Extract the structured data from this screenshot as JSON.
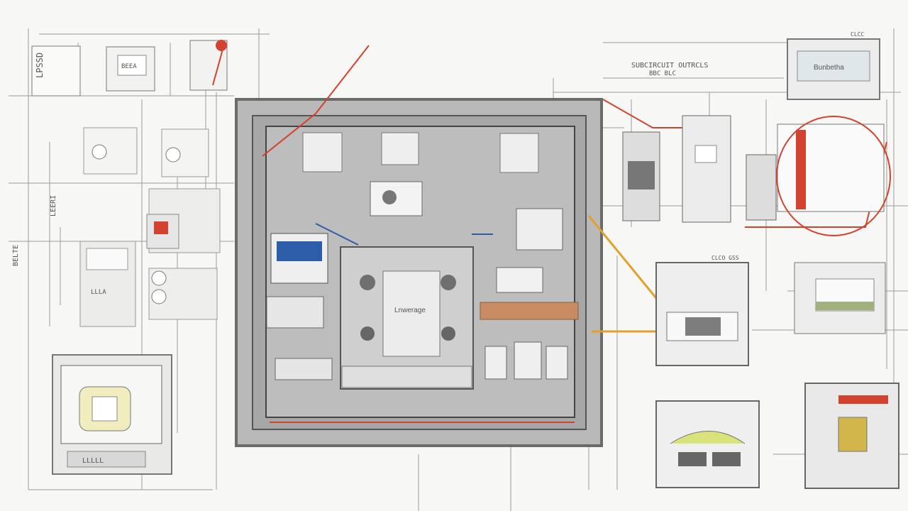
{
  "labels": {
    "left_box_top": "LPSSD",
    "center_top_title": "SUBCIRCUIT OUTRCLS",
    "center_top_sub": "BBC BLC",
    "right_top_device": "Bunbetha",
    "right_top_small": "CLCC",
    "left_mini_a": "BEEA",
    "left_mini_b": "LLLA",
    "center_device": "Lnwerage",
    "right_meter_small": "CLCO GSS",
    "left_side_vertical_a": "LEERI",
    "left_side_vertical_b": "BELTE",
    "left_bottom_panel": "LLLLL"
  },
  "colors": {
    "panel_frame": "#6b6b6b",
    "panel_inner": "#b9b9b9",
    "wire_red": "#d3412f",
    "wire_orange": "#e0a22a",
    "accent_blue": "#2d5ca8",
    "paper_line": "#9b9b9b"
  },
  "icons": {
    "terminal_block": "terminal-block-icon",
    "breaker": "breaker-icon",
    "contactor": "contactor-icon",
    "meter": "meter-icon",
    "indicator": "indicator-light-icon"
  }
}
